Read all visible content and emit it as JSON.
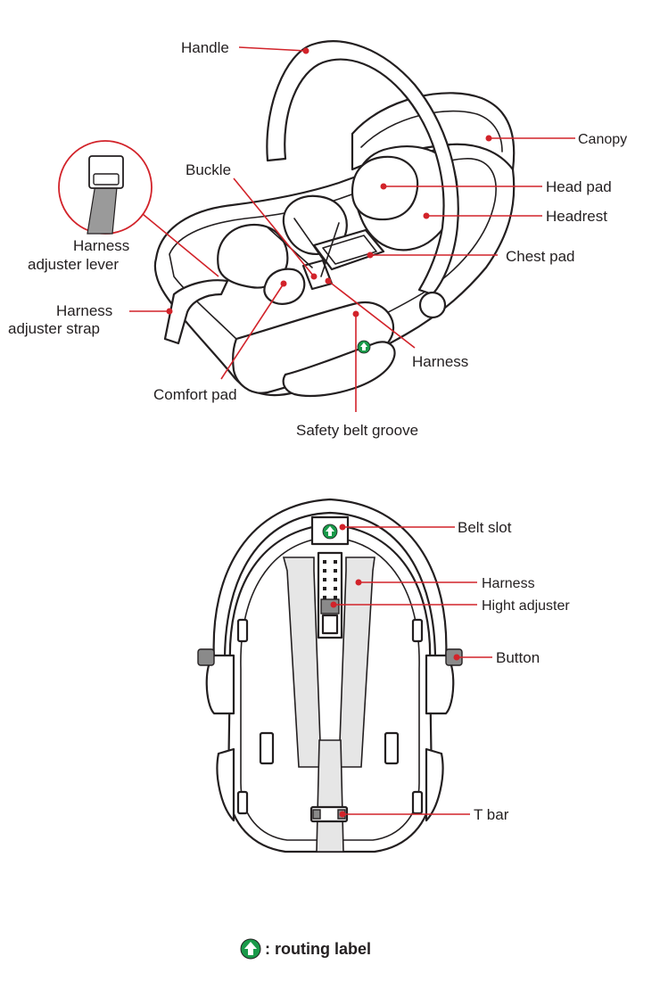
{
  "colors": {
    "leader": "#d2232a",
    "outline": "#231f20",
    "routing_green": "#1a9a4a",
    "strap_grey": "#e6e6e6"
  },
  "side_view": {
    "labels": {
      "handle": "Handle",
      "canopy": "Canopy",
      "buckle": "Buckle",
      "head_pad": "Head pad",
      "headrest": "Headrest",
      "harness_adjuster_lever_1": "Harness",
      "harness_adjuster_lever_2": "adjuster lever",
      "chest_pad": "Chest pad",
      "harness_adjuster_strap_1": "Harness",
      "harness_adjuster_strap_2": "adjuster strap",
      "harness": "Harness",
      "comfort_pad": "Comfort pad",
      "safety_belt_groove": "Safety belt groove"
    }
  },
  "back_view": {
    "labels": {
      "belt_slot": "Belt slot",
      "harness": "Harness",
      "hight_adjuster": "Hight adjuster",
      "button": "Button",
      "t_bar": "T bar"
    }
  },
  "legend": {
    "icon": "routing-arrow-icon",
    "text": ": routing label"
  }
}
